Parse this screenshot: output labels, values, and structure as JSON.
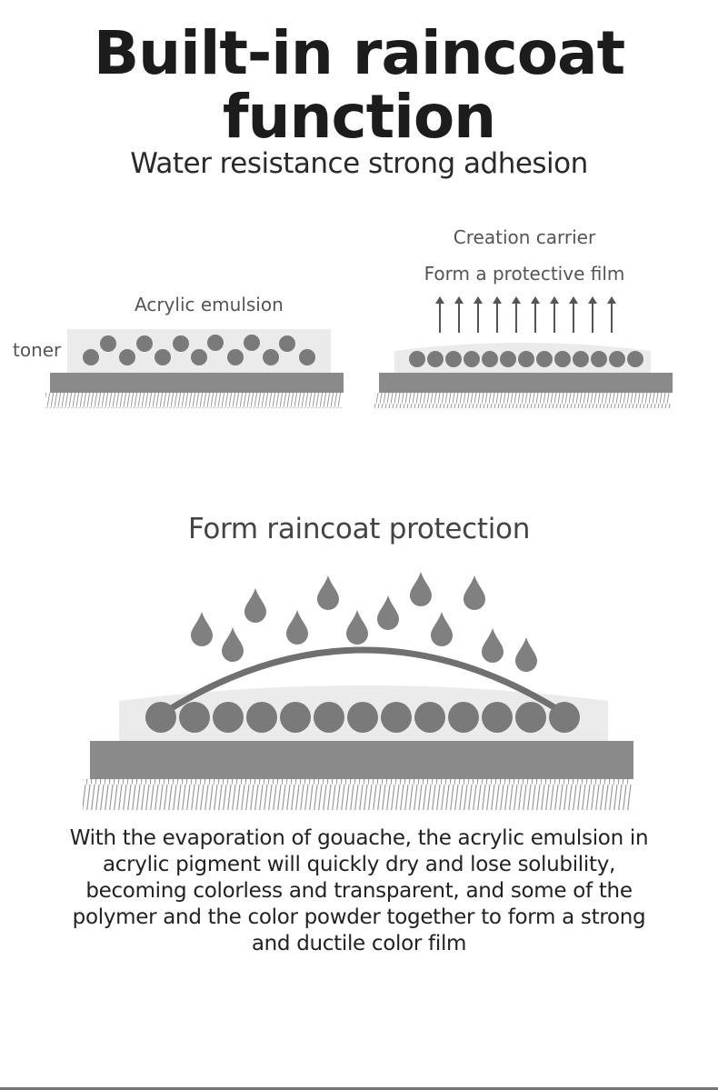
{
  "title": {
    "line1": "Built-in raincoat",
    "line2": "function"
  },
  "subtitle": "Water resistance strong adhesion",
  "left_diagram": {
    "emulsion_label": "Acrylic emulsion",
    "toner_label": "toner"
  },
  "right_diagram": {
    "carrier_label": "Creation carrier",
    "film_label": "Form a protective film"
  },
  "section_title": "Form raincoat protection",
  "description": "With the evaporation of gouache, the acrylic emulsion in acrylic pigment will quickly dry and lose solubility, becoming colorless and transparent, and some of the polymer and the color powder together to form a strong and ductile color film",
  "colors": {
    "particle": "#7a7a7a",
    "substrate": "#8a8a8a",
    "emulsion": "#ebebeb",
    "text": "#222222"
  }
}
